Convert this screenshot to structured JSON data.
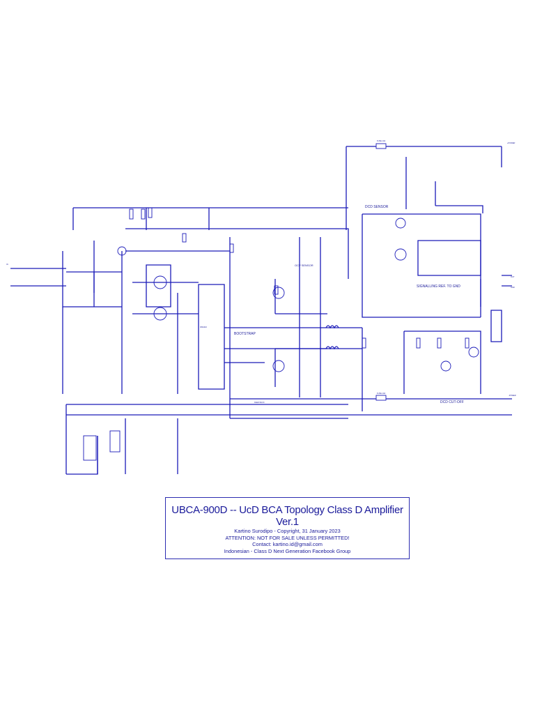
{
  "colors": {
    "wire": "#1a1ab8",
    "text": "#1a1a9a",
    "background": "#ffffff"
  },
  "title_block": {
    "title": "UBCA-900D -- UcD BCA Topology Class D Amplifier Ver.1",
    "author": "Kartino Surodipo - Copyright, 31 January 2023",
    "notice": "ATTENTION: NOT FOR SALE UNLESS PERMITTED!",
    "contact": "Contact: kartino.id@gmail.com",
    "group": "Indonesian - Class D Next Generation Facebook Group"
  },
  "labels": {
    "dcd_sensor": "DCD SENSOR",
    "signalling": "SIGNALLING REF. TO GND",
    "bootstrap": "BOOTSTRAP",
    "ocp_sensor": "OCP SENSOR",
    "dcd_cutoff": "DCD CUT-OFF",
    "fuse_top": "FUSE 10A",
    "fuse_bottom": "FUSE 10A",
    "feedback": "FEED BACK",
    "irs_chip": "IRS2110",
    "plus_power": "+POWER",
    "minus_power": "-POWER",
    "out": "OUT",
    "in": "IN",
    "gnd": "GND"
  }
}
